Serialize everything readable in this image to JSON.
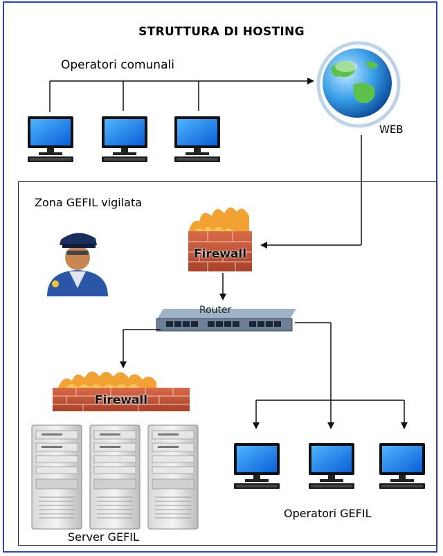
{
  "title": "STRUTTURA DI HOSTING",
  "labels": {
    "municipal_operators": "Operatori comunali",
    "web": "WEB",
    "zone": "Zona GEFIL vigilata",
    "firewall_top": "Firewall",
    "router": "Router",
    "firewall_bottom": "Firewall",
    "servers": "Server GEFIL",
    "gefil_operators": "Operatori GEFIL"
  },
  "colors": {
    "frame": "#2a43c8",
    "arrow": "#111111",
    "screen": "#1e90ff",
    "brick": "#c85a3c",
    "flame": "#f2a233"
  },
  "icons": [
    "computer-icon",
    "globe-icon",
    "firewall-icon",
    "router-icon",
    "server-icon",
    "guard-icon"
  ]
}
